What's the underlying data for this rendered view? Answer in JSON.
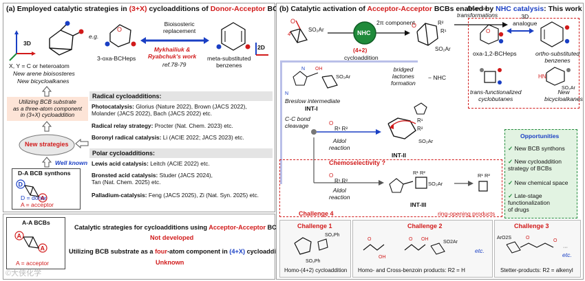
{
  "colors": {
    "red": "#d11a1a",
    "blue": "#1a3fc4",
    "green": "#1f8a3a",
    "orange_bg": "#fde4d7",
    "green_bg": "#e2f3e2",
    "gray_bg": "#e4e4e4"
  },
  "panel_a": {
    "title_prefix": "(a) Employed catalytic strategies in ",
    "title_3x": "(3+X)",
    "title_mid": " cycloadditions of ",
    "title_da": "Donor-Acceptor",
    "title_suffix": " BCBs",
    "axis_3d": "3D",
    "axis_2d": "2D",
    "eg": "e.g.",
    "bioisosteric": "Bioisosteric\nreplacement",
    "oxa_bcheps": "3-oxa-BCHeps",
    "meta_benzenes": "meta-substituted\nbenzenes",
    "mykhailiuk": "Mykhailiuk &\nRyabchuk's work",
    "ref": "ref.78-79",
    "xyz_line": "X, Y = C or heteroatom",
    "new_arene": "New arene bioisosteres",
    "new_bicyclo": "New bicycloalkanes",
    "utilizing": "Utilizing BCB substrate\nas a three-atom component\nin (3+X) cycloaddition",
    "new_strategies": "New strategies",
    "well_known": "Well known",
    "da_synthons": "D-A BCB synthons",
    "d_label": "D",
    "a_label": "A",
    "d_def": "D = donor",
    "a_def": "A = acceptor",
    "radical_head": "Radical cycloadditions:",
    "photocat": "Photocatalysis:",
    "photocat_refs": " Glorius (Nature 2022), Brown (JACS 2022),\nMolander (JACS 2022), Bach (JACS 2022) etc.",
    "relay": "Radical relay strategy:",
    "relay_refs": " Procter (Nat. Chem. 2023) etc.",
    "boronyl": "Boronyl radical catalysis:",
    "boronyl_refs": " Li (ACIE 2022; JACS 2023) etc.",
    "polar_head": "Polar cycloadditions:",
    "lewis": "Lewis acid catalysis:",
    "lewis_refs": " Leitch (ACIE 2022) etc.",
    "bronsted": "Bronsted acid catalysis:",
    "bronsted_refs": " Studer (JACS 2024),\nTan (Nat. Chem. 2025) etc.",
    "palladium": "Palladium-catalysis:",
    "palladium_refs": " Feng (JACS 2025), Zi (Nat. Syn. 2025) etc."
  },
  "panel_a_bottom": {
    "aa_title": "A-A BCBs",
    "a_def": "A = acceptor",
    "line1_prefix": "Catalytic strategies for cycloadditions using ",
    "line1_hl": "Acceptor-Acceptor",
    "line1_suffix": " BCBs",
    "not_dev": "Not developed",
    "line2_prefix": "Utilizing BCB substrate as a ",
    "line2_hl": "four",
    "line2_mid": "-atom component in ",
    "line2_hl2": "(4+X)",
    "line2_suffix": " cycloaddition",
    "unknown": "Unknown"
  },
  "panel_b": {
    "title_prefix": "(b) Catalytic activation of ",
    "title_aa": "Acceptor-Acceptor",
    "title_mid": " BCBs enabled by ",
    "title_nhc": "NHC catalysis",
    "title_suffix": ": This work",
    "nhc": "NHC",
    "two_pi": "2π component",
    "four_two": "(4+2)",
    "cycloaddition": "cycloaddition",
    "diverse": "Diverse\ntransformations",
    "three_d_analogue": "3D\nanalogue",
    "oxa12": "oxa-1,2-BCHeps",
    "ortho": "ortho-substituted\nbenzenes",
    "trans_func": "trans-functionalized\ncyclobutanes",
    "new_bicyclo": "New\nbicycloalkanes",
    "breslow": "Breslow intermediate",
    "int1": "INT-I",
    "bridged": "bridged\nlactones\nformation",
    "minus_nhc": "− NHC",
    "cc_bond": "C-C bond\ncleavage",
    "aldol": "Aldol\nreaction",
    "int2": "INT-II",
    "chemoselectivity": "Chemoselectivity ?",
    "aldol2": "Aldol\nreaction",
    "int3": "INT-III",
    "ring_opening": "ring-opening products",
    "challenge4": "Challenge 4",
    "so2ar": "SO2Ar",
    "r1": "R1",
    "r2": "R2"
  },
  "opportunities": {
    "title": "Opportunities",
    "items": [
      "New BCB synthons",
      "New cycloaddition\nstrategy of BCBs",
      "New chemical space",
      "Late-stage\nfunctionalization\nof drugs"
    ]
  },
  "challenges": [
    {
      "title": "Challenge 1",
      "caption": "Homo-(4+2) cycloaddition",
      "label": "SO2Ph"
    },
    {
      "title": "Challenge 2",
      "caption": "Homo- and Cross-benzoin products: R2 = H",
      "label": "SO2Ar",
      "etc": "etc."
    },
    {
      "title": "Challenge 3",
      "caption": "Stetter-products: R2 = alkenyl",
      "label": "ArO2S",
      "etc": "etc."
    }
  ],
  "watermark": "©大侠化学"
}
